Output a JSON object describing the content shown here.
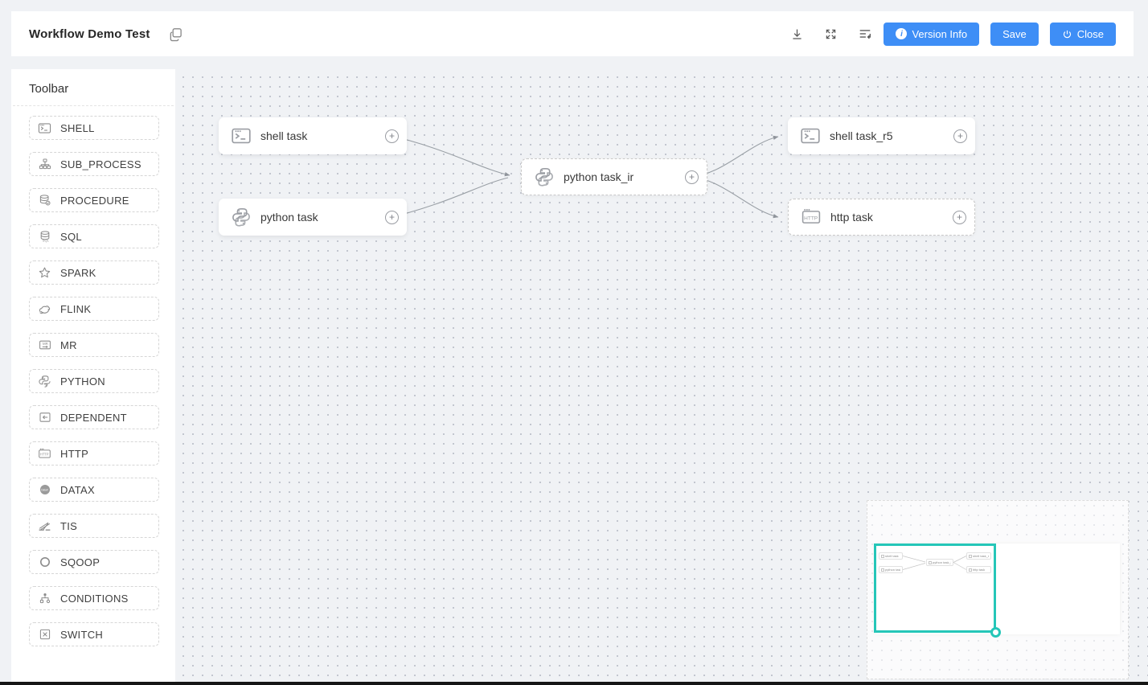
{
  "header": {
    "title": "Workflow Demo Test",
    "version_info_label": "Version Info",
    "save_label": "Save",
    "close_label": "Close",
    "info_glyph": "i"
  },
  "toolbar": {
    "title": "Toolbar",
    "items": [
      {
        "label": "SHELL",
        "icon": "shell-icon"
      },
      {
        "label": "SUB_PROCESS",
        "icon": "sub-process-icon"
      },
      {
        "label": "PROCEDURE",
        "icon": "procedure-icon"
      },
      {
        "label": "SQL",
        "icon": "sql-icon"
      },
      {
        "label": "SPARK",
        "icon": "spark-icon"
      },
      {
        "label": "FLINK",
        "icon": "flink-icon"
      },
      {
        "label": "MR",
        "icon": "mr-icon"
      },
      {
        "label": "PYTHON",
        "icon": "python-icon"
      },
      {
        "label": "DEPENDENT",
        "icon": "dependent-icon"
      },
      {
        "label": "HTTP",
        "icon": "http-icon"
      },
      {
        "label": "DATAX",
        "icon": "datax-icon"
      },
      {
        "label": "TIS",
        "icon": "tis-icon"
      },
      {
        "label": "SQOOP",
        "icon": "sqoop-icon"
      },
      {
        "label": "CONDITIONS",
        "icon": "conditions-icon"
      },
      {
        "label": "SWITCH",
        "icon": "switch-icon"
      }
    ]
  },
  "canvas": {
    "plus_glyph": "+",
    "nodes": [
      {
        "label": "shell task",
        "type": "SHELL"
      },
      {
        "label": "python task",
        "type": "PYTHON"
      },
      {
        "label": "python task_ir",
        "type": "PYTHON"
      },
      {
        "label": "shell task_r5",
        "type": "SHELL"
      },
      {
        "label": "http task",
        "type": "HTTP"
      }
    ],
    "edges": [
      {
        "from": "shell task",
        "to": "python task_ir"
      },
      {
        "from": "python task",
        "to": "python task_ir"
      },
      {
        "from": "python task_ir",
        "to": "shell task_r5"
      },
      {
        "from": "python task_ir",
        "to": "http task"
      }
    ]
  },
  "minimap": {
    "viewport_color": "#25c6b8"
  },
  "colors": {
    "accent_blue": "#3e8ef6",
    "canvas_bg": "#f0f2f5",
    "minimap_teal": "#25c6b8"
  }
}
